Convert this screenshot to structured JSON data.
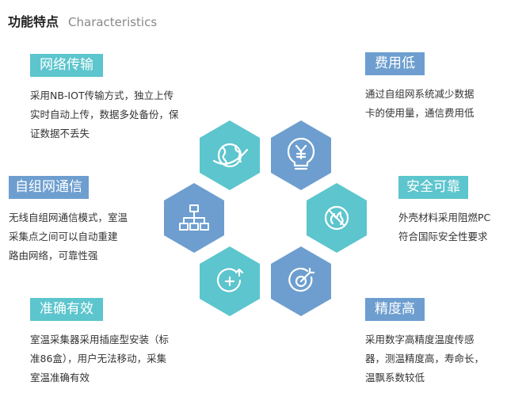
{
  "header": {
    "title_zh": "功能特点",
    "title_en": "Characteristics"
  },
  "colors": {
    "teal": "#5cc5cd",
    "blue": "#6d9ecf"
  },
  "features": [
    {
      "title": "网络传输",
      "desc": "采用NB-IOT传输方式，独立上传\n实时自动上传，数据多处备份，保\n证数据不丢失",
      "icon": "globe-icon"
    },
    {
      "title": "费用低",
      "desc": "通过自组网系统减少数据\n卡的使用量，通信费用低",
      "icon": "yuan-bulb-icon"
    },
    {
      "title": "自组网通信",
      "desc": "无线自组网通信模式，室温\n采集点之间可以自动重建\n路由网络，可靠性强",
      "icon": "network-icon"
    },
    {
      "title": "安全可靠",
      "desc": "外壳材料采用阻燃PC\n符合国际安全性要求",
      "icon": "no-fire-icon"
    },
    {
      "title": "准确有效",
      "desc": "室温采集器采用插座型安装（标\n准86盒），用户无法移动，采集\n室温准确有效",
      "icon": "add-check-icon"
    },
    {
      "title": "精度高",
      "desc": "采用数字高精度温度传感\n器，测温精度高，寿命长，\n温飘系数较低",
      "icon": "target-icon"
    }
  ]
}
